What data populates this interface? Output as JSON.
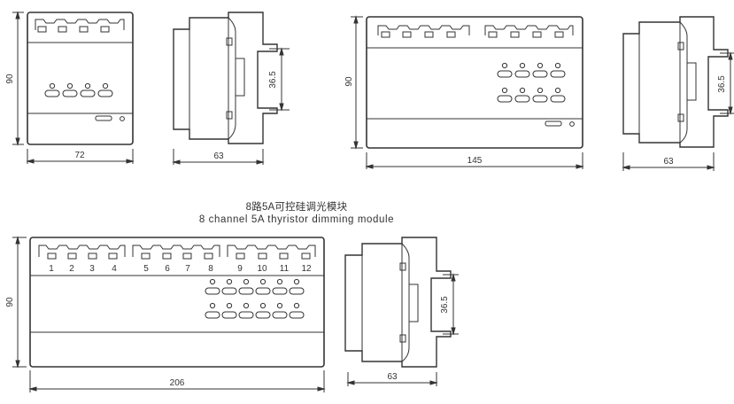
{
  "caption": {
    "cn": "8路5A可控硅调光模块",
    "en": "8 channel 5A thyristor dimming module"
  },
  "modules": {
    "small": {
      "height": "90",
      "width": "72",
      "profile_depth": "63",
      "rail": "36.5"
    },
    "medium": {
      "height": "90",
      "width": "145",
      "profile_depth": "63",
      "rail": "36.5"
    },
    "large": {
      "height": "90",
      "width": "206",
      "profile_depth": "63",
      "rail": "36.5",
      "terminal_numbers": [
        "1",
        "2",
        "3",
        "4",
        "5",
        "6",
        "7",
        "8",
        "9",
        "10",
        "11",
        "12"
      ]
    }
  },
  "colors": {
    "line": "#333333",
    "background": "#ffffff"
  }
}
